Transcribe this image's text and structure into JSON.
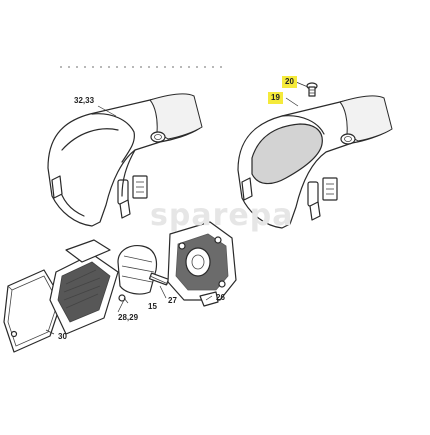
{
  "watermark": "sparepa",
  "labels": {
    "l_32_33": "32,33",
    "l_20": "20",
    "l_19": "19",
    "l_15": "15",
    "l_27": "27",
    "l_26": "26",
    "l_28_29": "28,29",
    "l_30": "30"
  },
  "highlight_color": "#f5ea3a"
}
